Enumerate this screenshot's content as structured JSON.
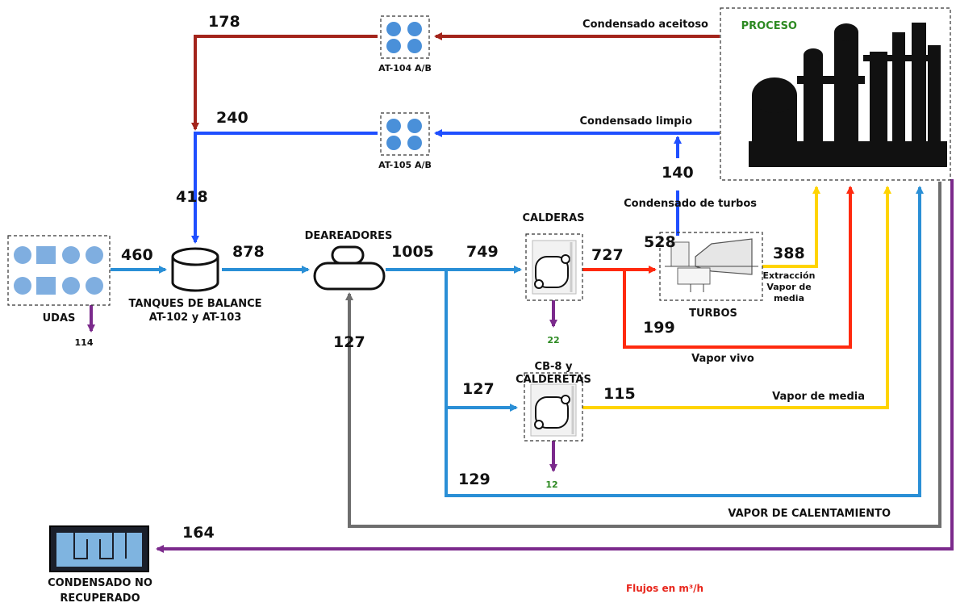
{
  "colors": {
    "red_dark": "#a3241b",
    "blue": "#1f4fff",
    "blue_light": "#2a8fd6",
    "red": "#ff2a0f",
    "yellow": "#ffd400",
    "purple": "#7b2a8c",
    "gray": "#6e6e6e",
    "green": "#2d8a22",
    "note_red": "#e8261c"
  },
  "nodes": {
    "proceso": "PROCESO",
    "at104": "AT-104 A/B",
    "at105": "AT-105 A/B",
    "udas": "UDAS",
    "tanques_1": "TANQUES DE BALANCE",
    "tanques_2": "AT-102 y AT-103",
    "deareadores": "DEAREADORES",
    "calderas": "CALDERAS",
    "turbos": "TURBOS",
    "cb8_1": "CB-8 y",
    "cb8_2": "CALDERETAS",
    "condensado_no_1": "CONDENSADO NO",
    "condensado_no_2": "RECUPERADO"
  },
  "labels": {
    "condensado_aceitoso": "Condensado aceitoso",
    "condensado_limpio": "Condensado limpio",
    "condensado_turbos": "Condensado de turbos",
    "extraccion_1": "Extracción",
    "extraccion_2": "Vapor de",
    "extraccion_3": "media",
    "vapor_vivo": "Vapor vivo",
    "vapor_media": "Vapor de media",
    "vapor_calentamiento": "VAPOR DE CALENTAMIENTO",
    "note": "Flujos en m³/h"
  },
  "flows": {
    "f178": "178",
    "f240": "240",
    "f418": "418",
    "f460": "460",
    "f878": "878",
    "f1005": "1005",
    "f749": "749",
    "f727": "727",
    "f528": "528",
    "f140": "140",
    "f388": "388",
    "f199": "199",
    "f127a": "127",
    "f127b": "127",
    "f115": "115",
    "f129": "129",
    "f164": "164",
    "f114": "114",
    "f22": "22",
    "f12": "12"
  }
}
